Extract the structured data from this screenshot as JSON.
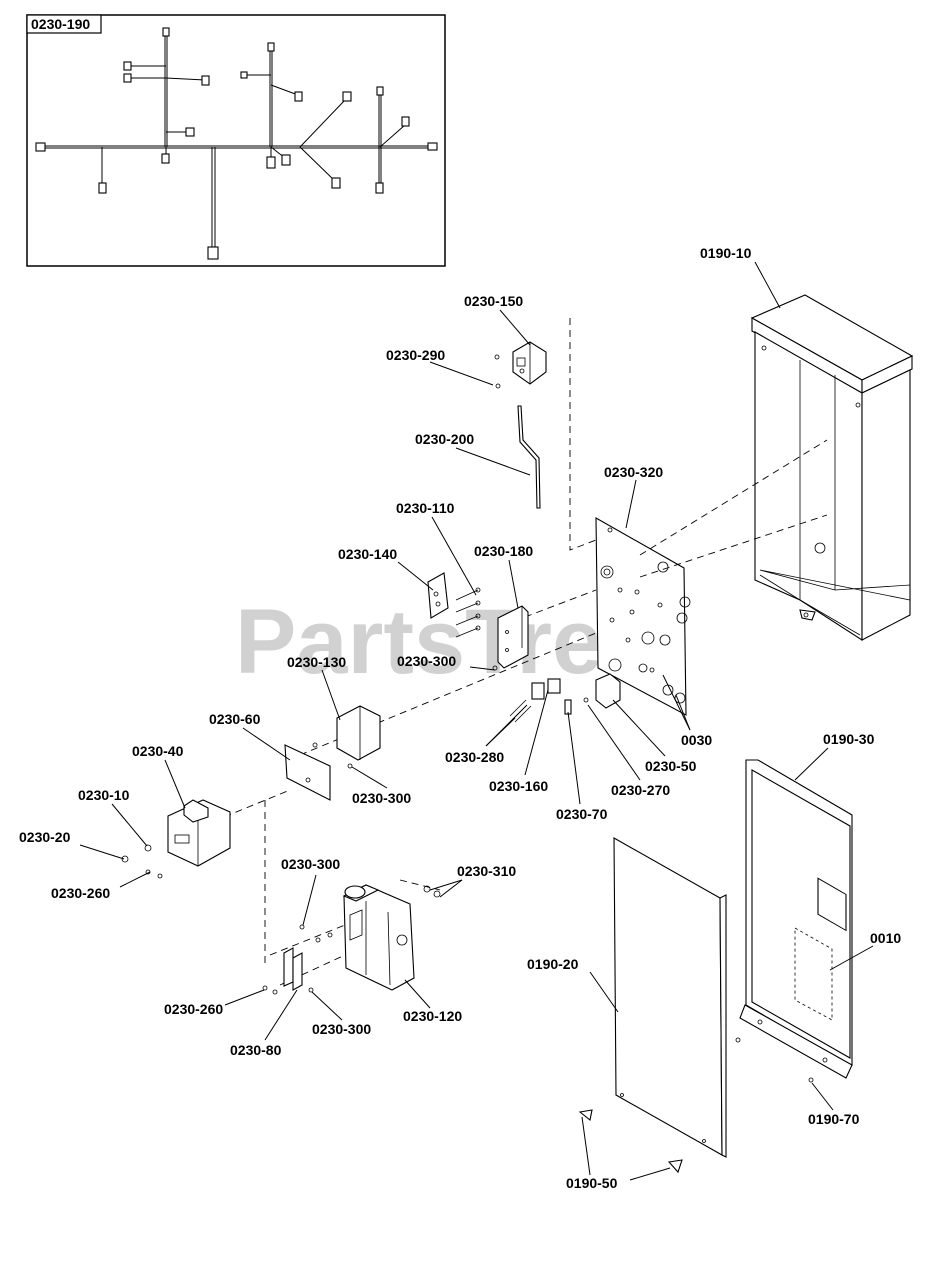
{
  "watermark": "PartsTree",
  "inset": {
    "label": "0230-190"
  },
  "labels": {
    "l_0190_10": "0190-10",
    "l_0230_150": "0230-150",
    "l_0230_290": "0230-290",
    "l_0230_200": "0230-200",
    "l_0230_320": "0230-320",
    "l_0230_110": "0230-110",
    "l_0230_140": "0230-140",
    "l_0230_180": "0230-180",
    "l_0230_300a": "0230-300",
    "l_0230_130": "0230-130",
    "l_0230_60": "0230-60",
    "l_0230_40": "0230-40",
    "l_0230_10": "0230-10",
    "l_0230_20": "0230-20",
    "l_0230_260a": "0230-260",
    "l_0230_300b": "0230-300",
    "l_0230_280": "0230-280",
    "l_0230_160": "0230-160",
    "l_0230_70": "0230-70",
    "l_0230_270": "0230-270",
    "l_0230_50": "0230-50",
    "l_0030": "0030",
    "l_0190_30": "0190-30",
    "l_0230_300c": "0230-300",
    "l_0230_310": "0230-310",
    "l_0010": "0010",
    "l_0190_20": "0190-20",
    "l_0230_260b": "0230-260",
    "l_0230_300d": "0230-300",
    "l_0230_120": "0230-120",
    "l_0230_80": "0230-80",
    "l_0190_70": "0190-70",
    "l_0190_50": "0190-50"
  }
}
